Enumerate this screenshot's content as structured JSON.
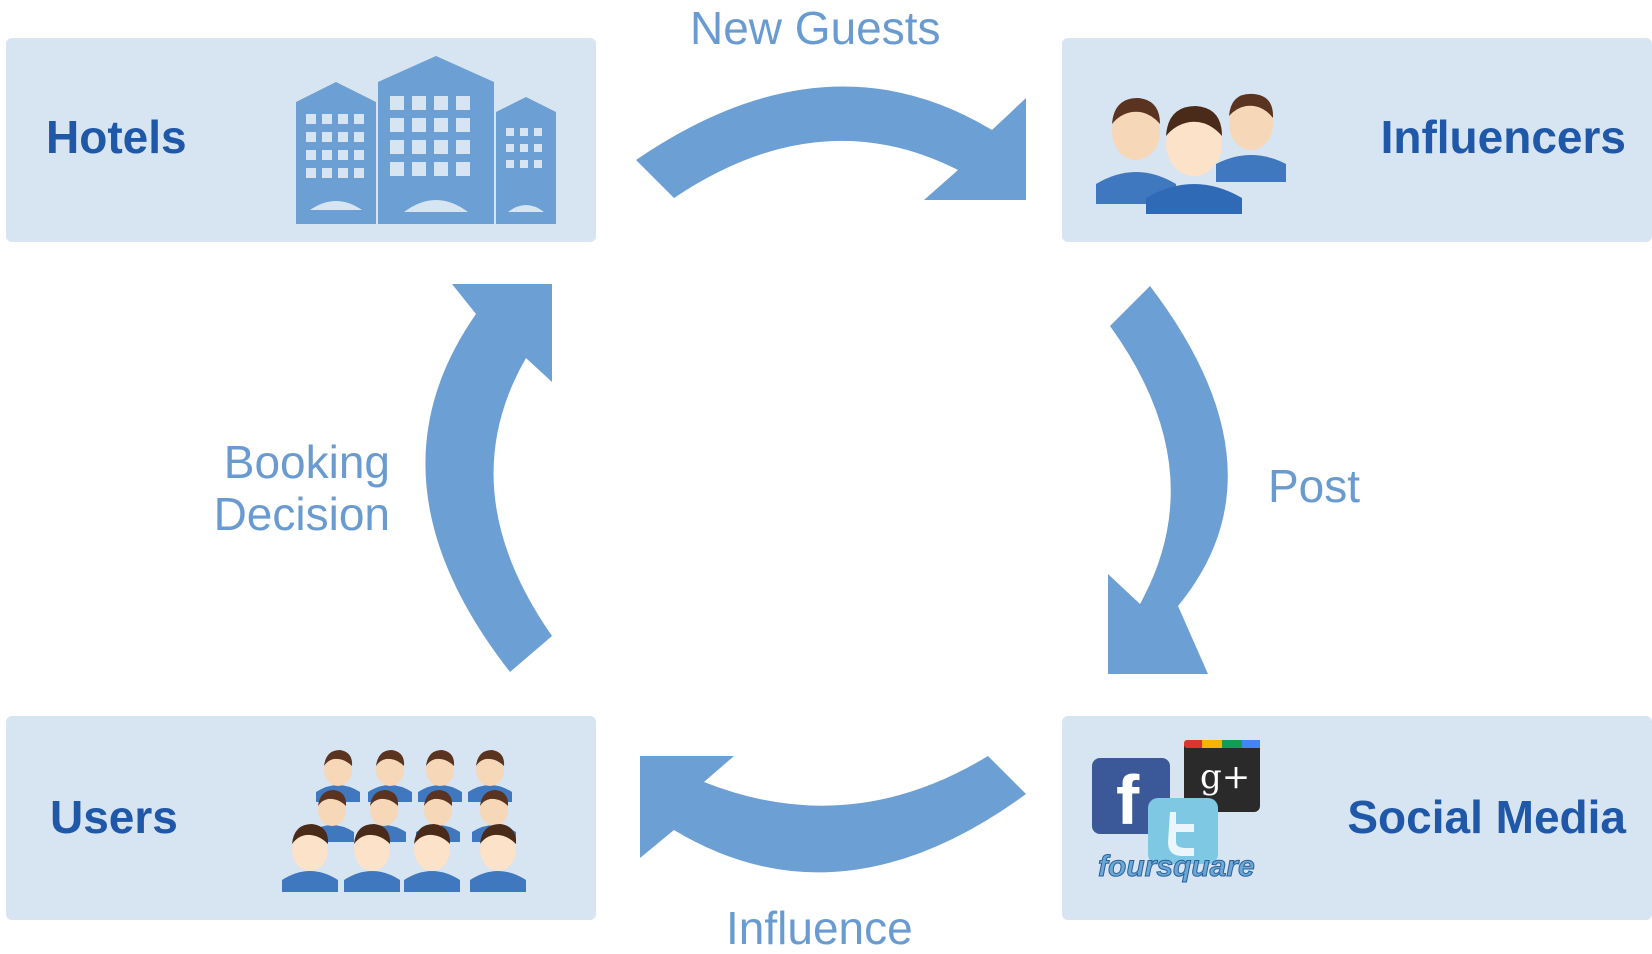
{
  "nodes": {
    "hotels": {
      "label": "Hotels",
      "icon": "hotel-buildings-icon"
    },
    "influencers": {
      "label": "Influencers",
      "icon": "people-group-icon"
    },
    "users": {
      "label": "Users",
      "icon": "crowd-icon"
    },
    "social_media": {
      "label": "Social Media",
      "icon": "social-logos-icon",
      "logos": {
        "facebook": "f",
        "google_plus": "g+",
        "foursquare": "foursquare"
      }
    }
  },
  "edges": {
    "new_guests": "New Guests",
    "post": "Post",
    "influence": "Influence",
    "booking_decision_line1": "Booking",
    "booking_decision_line2": "Decision"
  },
  "colors": {
    "box": "#d7e4f2",
    "title": "#1f58a8",
    "arrow": "#6a9bd0",
    "label": "#6a9bd0"
  }
}
